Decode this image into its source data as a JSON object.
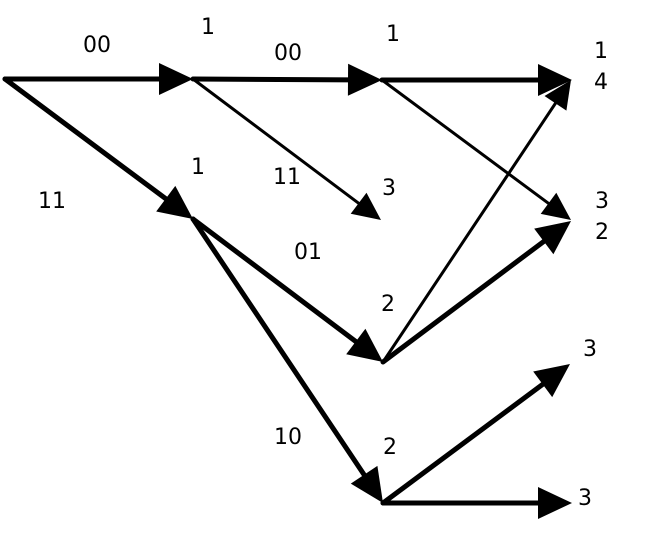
{
  "edges": [
    {
      "id": "start-to-top1",
      "label": "00"
    },
    {
      "id": "start-to-mid1",
      "label": "11"
    },
    {
      "id": "top1-to-top2",
      "label": "00"
    },
    {
      "id": "top1-to-branch",
      "label": "11"
    },
    {
      "id": "mid1-to-mid2",
      "label": "01"
    },
    {
      "id": "mid1-to-low2",
      "label": "10"
    },
    {
      "id": "top2-to-end-top"
    },
    {
      "id": "top2-to-end-mid"
    },
    {
      "id": "mid2-to-end-top"
    },
    {
      "id": "mid2-to-end-mid"
    },
    {
      "id": "low2-to-end-upper"
    },
    {
      "id": "low2-to-end-low"
    }
  ],
  "node_metrics": {
    "top1": "1",
    "mid1": "1",
    "top2": "1",
    "branch": "3",
    "mid2": "2",
    "low2": "2",
    "end_top_upper": "1",
    "end_top_lower": "4",
    "end_mid_upper": "3",
    "end_mid_lower": "2",
    "end_low_upper": "3",
    "end_low_lower": "3"
  }
}
